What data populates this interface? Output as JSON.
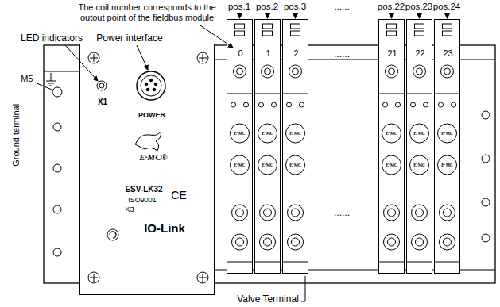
{
  "diagram": {
    "nodes": [
      {
        "text": [
          "X1",
          "POWER",
          "E·MC®",
          "ESV-LK32",
          "ISO9001",
          "CE",
          "K3",
          "IO-Link"
        ]
      },
      {
        "text": [
          "0"
        ]
      },
      {
        "text": [
          "1"
        ]
      },
      {
        "text": [
          "2"
        ]
      },
      {
        "text": [
          "21"
        ]
      },
      {
        "text": [
          "22"
        ]
      },
      {
        "text": [
          "23"
        ]
      }
    ],
    "labels": [
      "The coil number corresponds to the outout point of the fieldbus module",
      "LED indicators",
      "Power interface",
      "M5",
      "Ground terminal",
      "pos.1",
      "pos.2",
      "pos.3",
      "......",
      "pos.22",
      "pos.23",
      "pos.24",
      "......",
      "......",
      "Valve Terminal",
      "E·MC",
      "E·MC",
      "E·MC",
      "E·MC",
      "E·MC",
      "E·MC",
      "E·MC",
      "E·MC",
      "E·MC",
      "E·MC",
      "E·MC",
      "E·MC"
    ]
  }
}
